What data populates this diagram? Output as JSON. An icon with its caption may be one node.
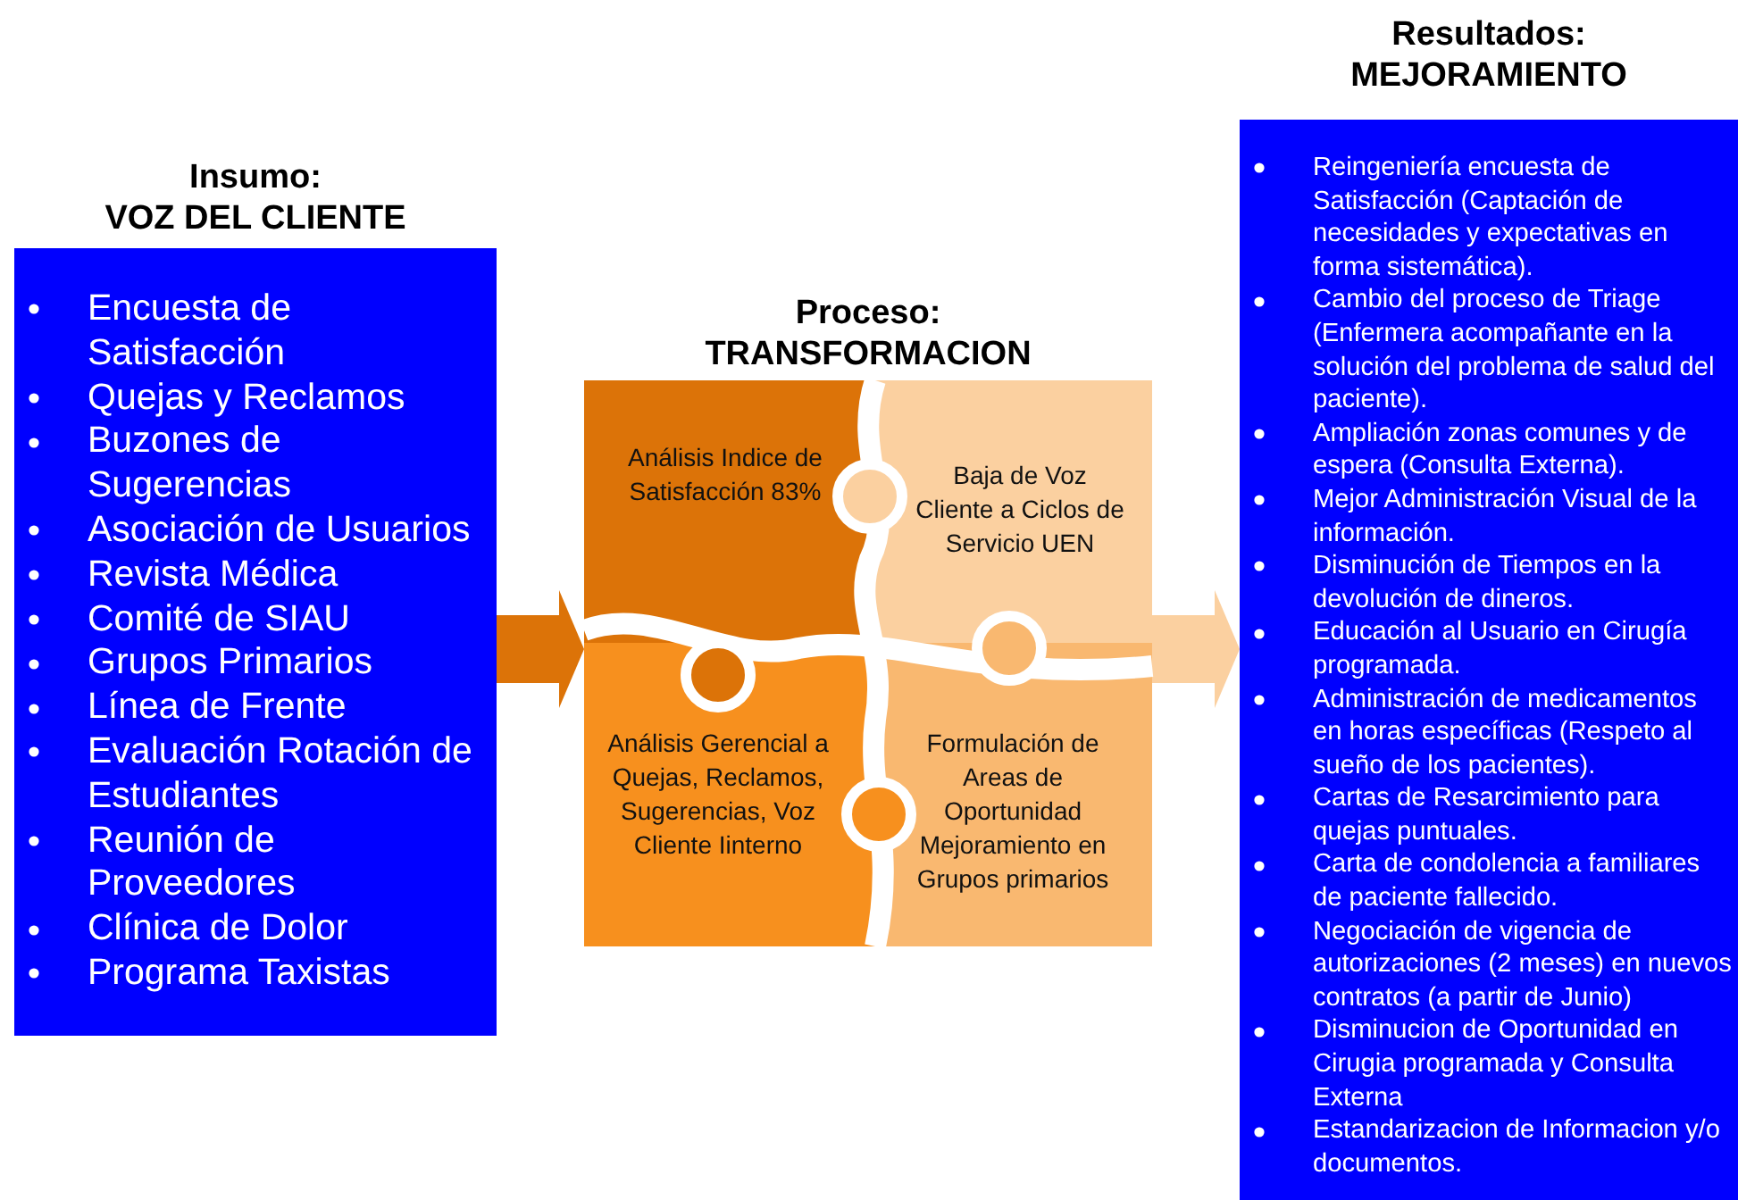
{
  "diagram": {
    "nodes": [
      {
        "text": [
          "Insumo: VOZ DEL CLIENTE",
          "Encuesta de Satisfacción",
          "Quejas y Reclamos",
          "Buzones de Sugerencias",
          "Asociación de Usuarios",
          "Revista Médica",
          "Comité de SIAU",
          "Grupos Primarios",
          "Línea de Frente",
          "Evaluación Rotación de Estudiantes",
          "Reunión de Proveedores",
          "Clínica de Dolor",
          "Programa Taxistas"
        ]
      },
      {
        "text": [
          "Proceso: TRANSFORMACION"
        ]
      },
      {
        "text": [
          "Análisis Indice de Satisfacción 83%"
        ],
        "in": 1
      },
      {
        "text": [
          "Baja de Voz Cliente a Ciclos de Servicio UEN"
        ],
        "in": 1
      },
      {
        "text": [
          "Análisis Gerencial a Quejas, Reclamos, Sugerencias, Voz Cliente Iinterno"
        ],
        "in": 1
      },
      {
        "text": [
          "Formulación de Areas de Oportunidad Mejoramiento en Grupos primarios"
        ],
        "in": 1
      },
      {
        "text": [
          "Resultados: MEJORAMIENTO",
          "Reingeniería encuesta de Satisfacción (Captación de necesidades y expectativas en forma sistemática).",
          "Cambio del proceso de Triage (Enfermera acompañante en la solución del problema de salud del paciente).",
          "Ampliación zonas comunes y de espera (Consulta Externa).",
          "Mejor Administración Visual de la información.",
          "Disminución de Tiempos en la devolución de dineros.",
          "Educación al Usuario en Cirugía programada.",
          "Administración de medicamentos en horas específicas (Respeto al sueño de los pacientes).",
          "Cartas de Resarcimiento para quejas puntuales.",
          "Carta de condolencia a familiares de paciente fallecido.",
          "Negociación de vigencia de autorizaciones (2 meses) en nuevos contratos (a partir de Junio)",
          "Disminucion de Oportunidad en Cirugia programada y Consulta Externa",
          "Estandarizacion de Informacion y/o documentos."
        ]
      }
    ],
    "edges": [
      {
        "from": 0,
        "to": 1,
        "arrow": "to",
        "color": "#dc7308"
      },
      {
        "from": 1,
        "to": 6,
        "arrow": "to",
        "color": "#fbd0a0"
      }
    ]
  }
}
